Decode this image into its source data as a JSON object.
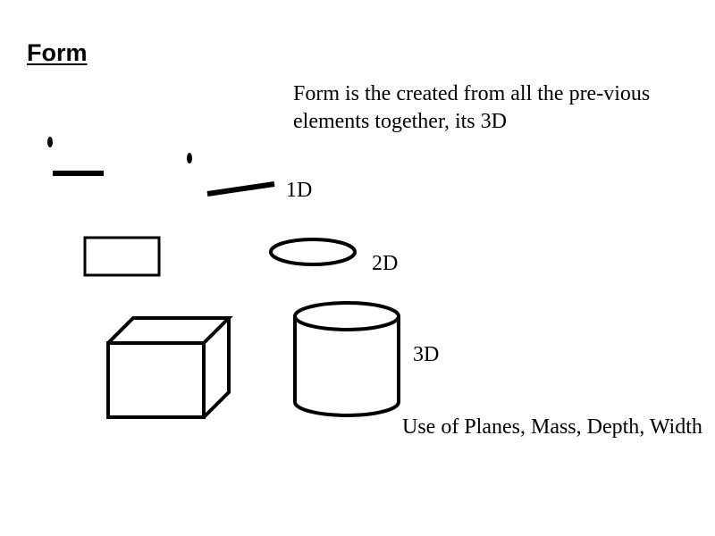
{
  "slide": {
    "title": "Form",
    "description": "Form is the created from all the pre-vious elements together, its 3D",
    "labels": {
      "one_d": "1D",
      "two_d": "2D",
      "three_d": "3D"
    },
    "note": "Use of Planes, Mass, Depth, Width"
  },
  "colors": {
    "stroke": "#000000",
    "background": "#ffffff"
  }
}
